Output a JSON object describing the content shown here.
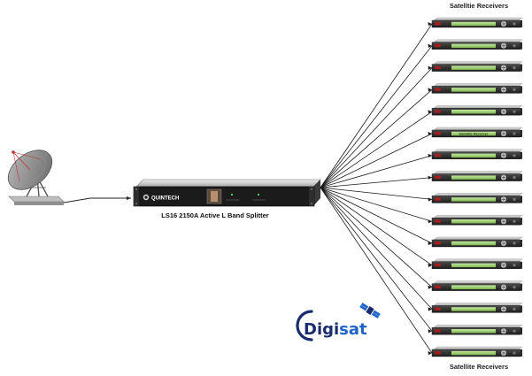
{
  "diagram": {
    "receivers_title_top": "Satelltie Receivers",
    "receivers_title_bottom": "Satellite Receivers",
    "splitter_label": "LS16 2150A Active L Band Splitter",
    "splitter_brand": "QUINTECH",
    "receiver_inline_label": "Satellite Receiver",
    "receiver_count": 16,
    "logo": {
      "part1": "Digi",
      "part2": "sat"
    },
    "colors": {
      "logo_dark": "#1a2b6e",
      "logo_accent": "#1e63c8",
      "receiver_display": "#9bcf6a",
      "splitter_body": "#1b1b1b",
      "dish": "#8c8c8c"
    },
    "icons": [
      "satellite-dish-icon",
      "satellite-icon"
    ]
  }
}
